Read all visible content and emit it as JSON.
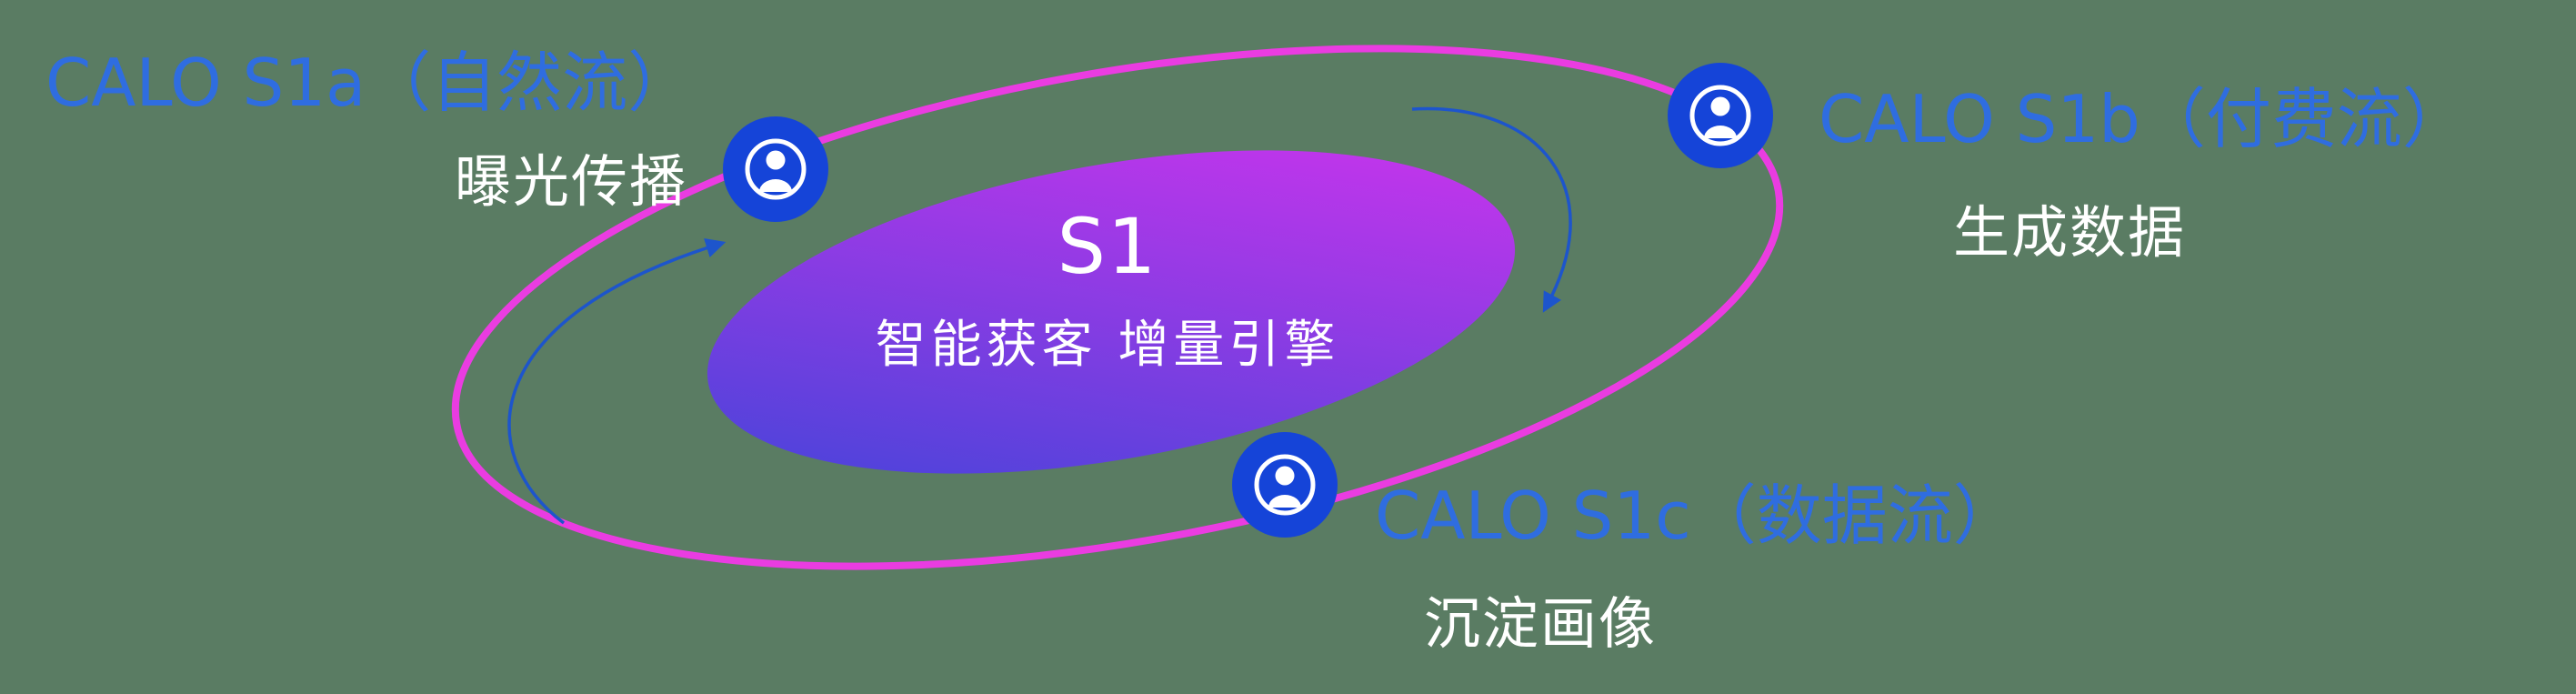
{
  "colors": {
    "background": "#5a7c63",
    "label_blue": "#2f6de0",
    "text_white": "#ffffff",
    "orbit_ring": "#ea3ce1",
    "arrow": "#1d55cc",
    "icon_circle": "#1544d8",
    "core_gradient_start": "#3d45d8",
    "core_gradient_end": "#d433ee"
  },
  "core": {
    "title": "S1",
    "subtitle": "智能获客  增量引擎"
  },
  "nodes": [
    {
      "id": "s1a",
      "icon": "user-icon",
      "label": "CALO S1a（自然流）",
      "sublabel": "曝光传播"
    },
    {
      "id": "s1b",
      "icon": "user-icon",
      "label": "CALO S1b（付费流）",
      "sublabel": "生成数据"
    },
    {
      "id": "s1c",
      "icon": "user-icon",
      "label": "CALO S1c（数据流）",
      "sublabel": "沉淀画像"
    }
  ]
}
